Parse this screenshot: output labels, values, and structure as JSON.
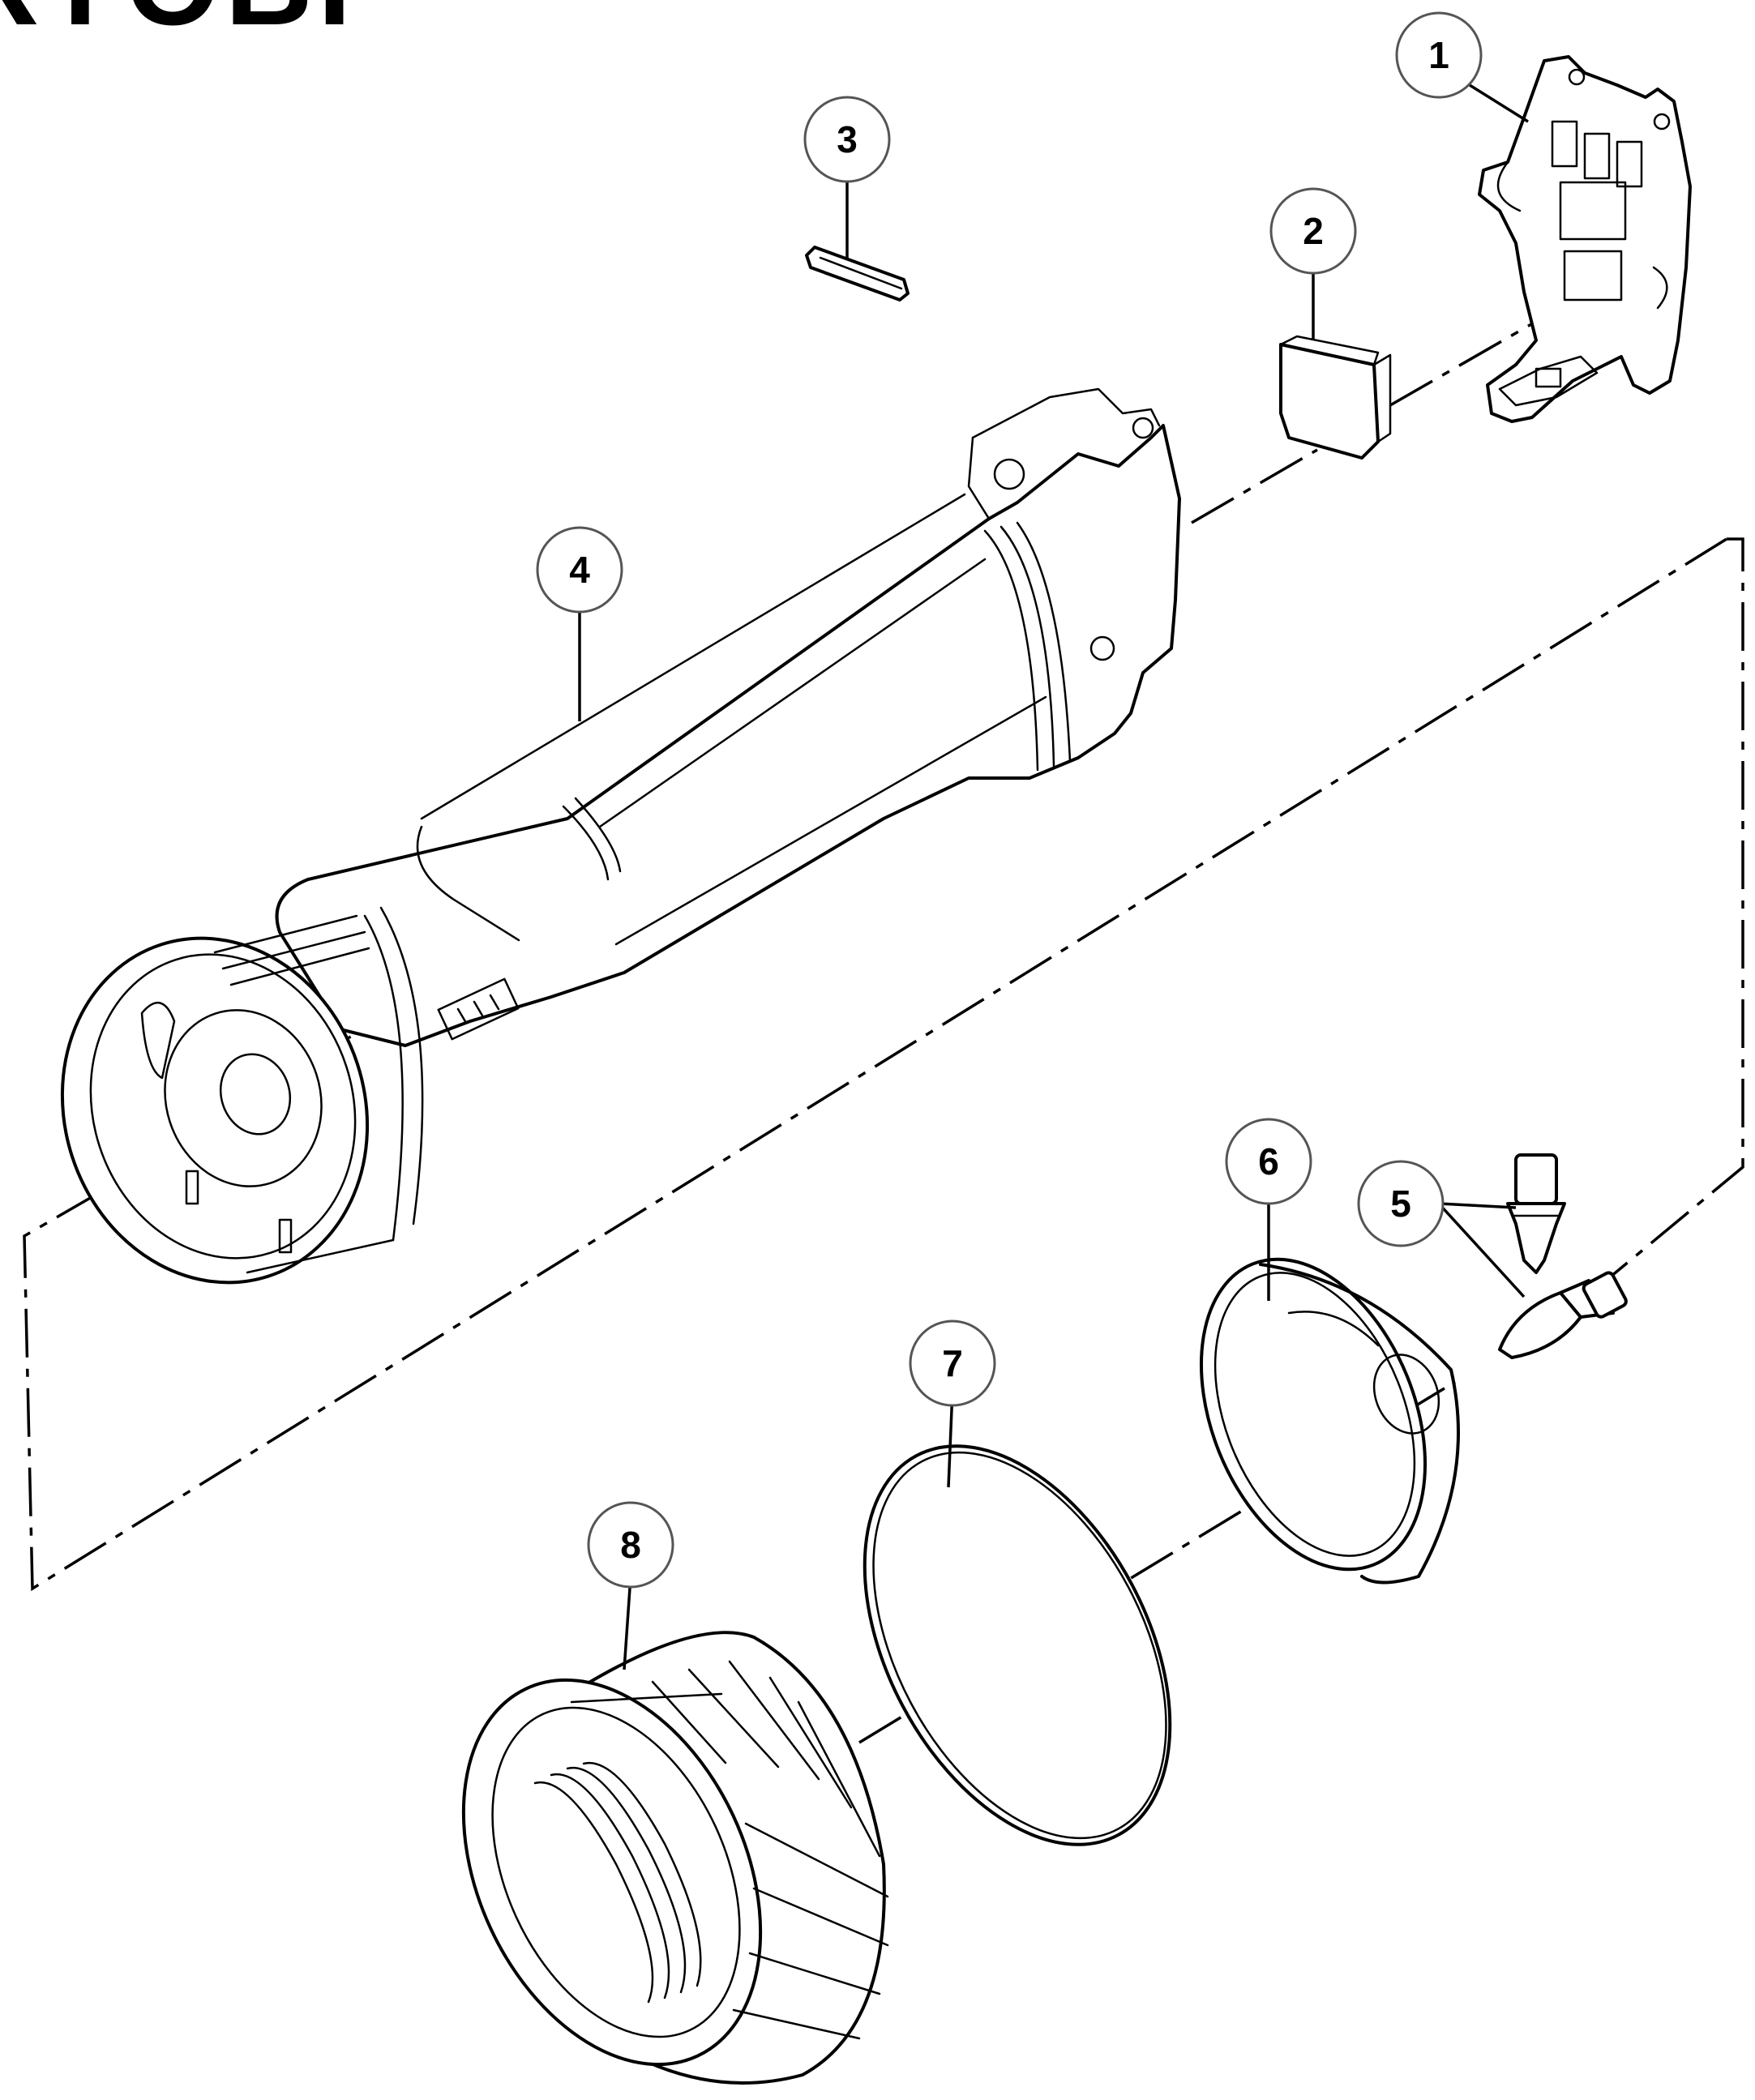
{
  "brand": {
    "logo_text": "RYOBI"
  },
  "callouts": [
    {
      "id": "1",
      "label": "1",
      "part": "end-cap-bracket"
    },
    {
      "id": "2",
      "label": "2",
      "part": "pad"
    },
    {
      "id": "3",
      "label": "3",
      "part": "pin"
    },
    {
      "id": "4",
      "label": "4",
      "part": "flashlight-body"
    },
    {
      "id": "5",
      "label": "5",
      "part": "bulbs"
    },
    {
      "id": "6",
      "label": "6",
      "part": "reflector"
    },
    {
      "id": "7",
      "label": "7",
      "part": "lens"
    },
    {
      "id": "8",
      "label": "8",
      "part": "bezel-ring"
    }
  ]
}
